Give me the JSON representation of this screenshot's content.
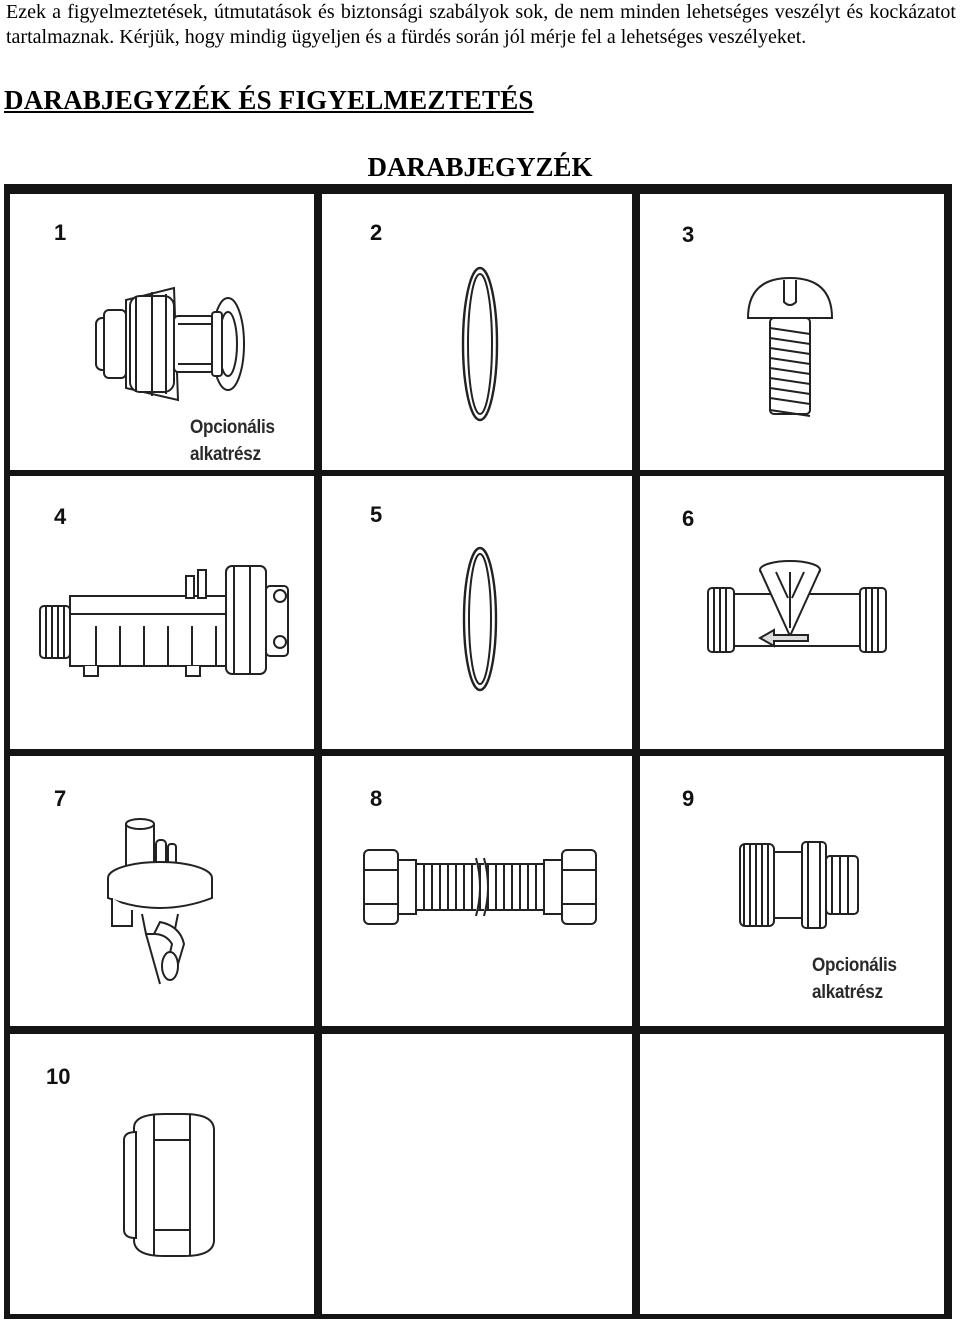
{
  "intro_text": "Ezek a figyelmeztetések, útmutatások és biztonsági szabályok sok, de nem minden lehetséges veszélyt és kockázatot tartalmaznak. Kérjük, hogy mindig ügyeljen és a fürdés során jól mérje fel a lehetséges veszélyeket.",
  "heading": "DARABJEGYZÉK ÉS FIGYELMEZTETÉS",
  "subheading": "DARABJEGYZÉK",
  "parts": [
    {
      "number": "1",
      "icon": "union-connector-icon",
      "note": [
        "Opcionális",
        "alkatrész"
      ]
    },
    {
      "number": "2",
      "icon": "o-ring-icon"
    },
    {
      "number": "3",
      "icon": "screw-icon"
    },
    {
      "number": "4",
      "icon": "heater-housing-icon"
    },
    {
      "number": "5",
      "icon": "o-ring-icon"
    },
    {
      "number": "6",
      "icon": "flow-tee-icon"
    },
    {
      "number": "7",
      "icon": "pressure-switch-icon"
    },
    {
      "number": "8",
      "icon": "flexible-hose-icon"
    },
    {
      "number": "9",
      "icon": "adapter-fitting-icon",
      "note": [
        "Opcionális",
        "alkatrész"
      ]
    },
    {
      "number": "10",
      "icon": "union-nut-icon"
    }
  ]
}
